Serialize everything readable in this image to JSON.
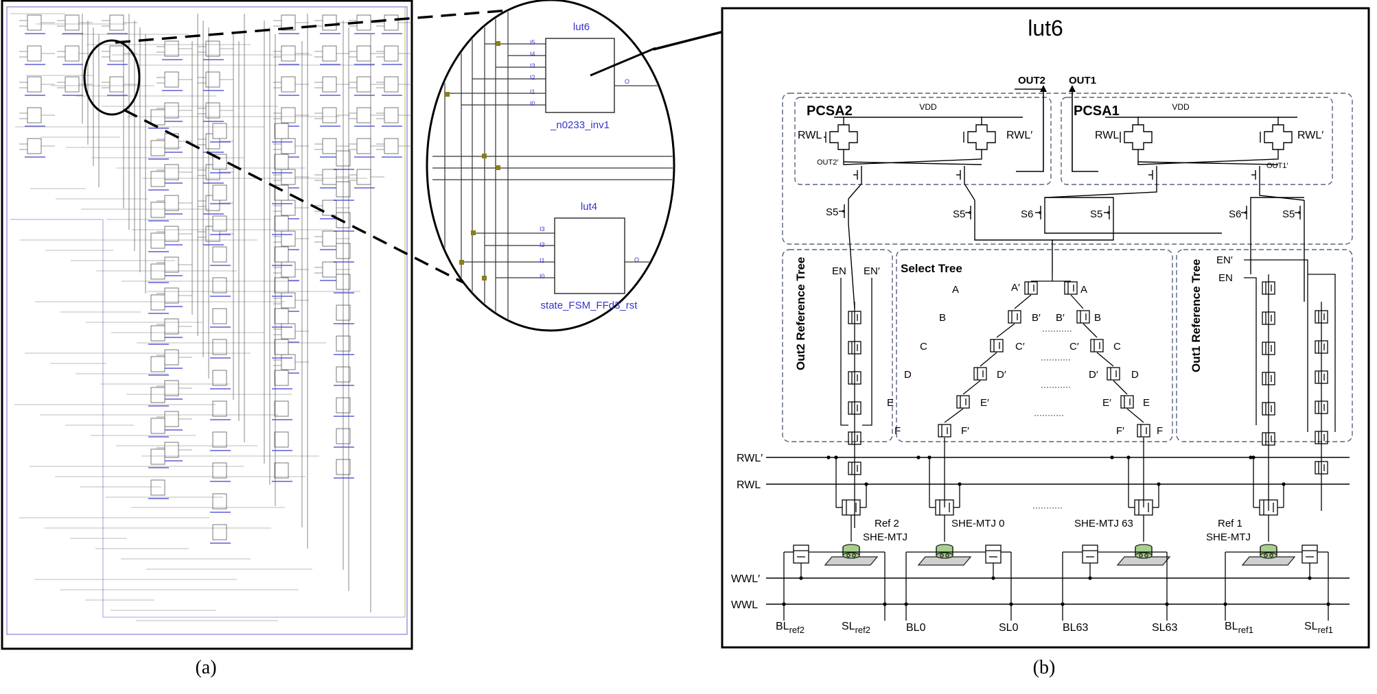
{
  "panel_a": {
    "caption": "(a)"
  },
  "panel_b": {
    "caption": "(b)",
    "title": "lut6"
  },
  "zoom": {
    "lut6": {
      "label": "lut6",
      "inputs": [
        "I5",
        "I4",
        "I3",
        "I2",
        "I1",
        "I0"
      ],
      "output": "O",
      "instance": "_n0233_inv1"
    },
    "lut4": {
      "label": "lut4",
      "inputs": [
        "I3",
        "I2",
        "I1",
        "I0"
      ],
      "output": "O",
      "instance": "state_FSM_FFd3_rst"
    }
  },
  "sense": {
    "out2": "OUT2",
    "out1": "OUT1",
    "pcsa2": "PCSA2",
    "pcsa1": "PCSA1",
    "vdd": "VDD",
    "rwl": "RWL",
    "rwl_bar": "RWL′",
    "out2_bar": "OUT2′",
    "out1_bar": "OUT1′",
    "s5": "S5",
    "s6": "S6"
  },
  "trees": {
    "out2_ref": "Out2 Reference Tree",
    "select": "Select Tree",
    "out1_ref": "Out1 Reference Tree",
    "en": "EN",
    "en_bar": "EN′",
    "select_labels": {
      "A": "A",
      "A_bar": "A′",
      "B": "B",
      "B_bar": "B′",
      "C": "C",
      "C_bar": "C′",
      "D": "D",
      "D_bar": "D′",
      "E": "E",
      "E_bar": "E′",
      "F": "F",
      "F_bar": "F′"
    }
  },
  "array": {
    "rwl_bar": "RWL′",
    "rwl": "RWL",
    "wwl_bar": "WWL′",
    "wwl": "WWL",
    "ref2": "Ref 2",
    "ref1": "Ref 1",
    "she_mtj": "SHE-MTJ",
    "mtj0": "SHE-MTJ 0",
    "mtj63": "SHE-MTJ 63",
    "bl_prefix": "BL",
    "sl_prefix": "SL",
    "ref2_sub": "ref2",
    "ref1_sub": "ref1",
    "bl0": "BL0",
    "sl0": "SL0",
    "bl63": "BL63",
    "sl63": "SL63"
  },
  "colors": {
    "schematic_blue": "#3333cc",
    "wire_gray": "#555555",
    "mtj_green": "#a8d08d",
    "node_olive": "#8b7d1a"
  }
}
